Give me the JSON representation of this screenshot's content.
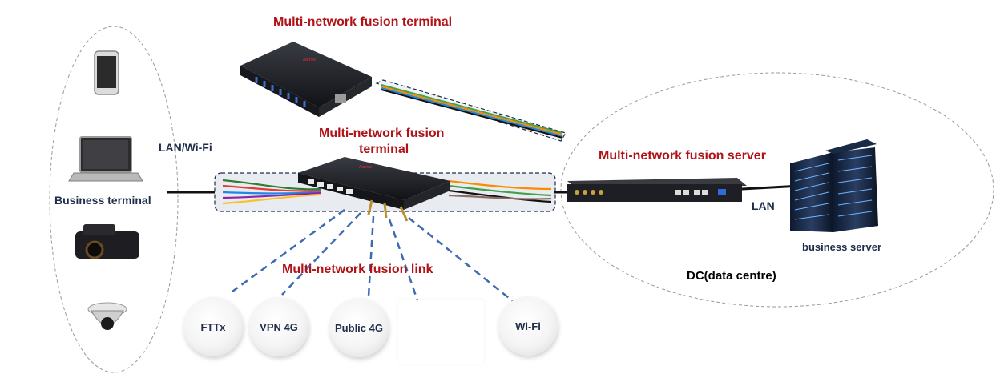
{
  "labels": {
    "top_terminal": "Multi-network fusion terminal",
    "mid_terminal_line1": "Multi-network fusion",
    "mid_terminal_line2": "terminal",
    "lan_wifi": "LAN/Wi-Fi",
    "business_terminal": "Business terminal",
    "fusion_server": "Multi-network fusion server",
    "lan": "LAN",
    "business_server": "business server",
    "dc": "DC(data centre)",
    "fusion_link": "Multi-network fusion  link"
  },
  "networks": [
    "FTTx",
    "VPN 4G",
    "Public 4G",
    "Wi-Fi"
  ],
  "colors": {
    "title_red": "#b01217",
    "label_navy": "#1f2d4a",
    "dash_blue": "#3d6ab1",
    "device_dark": "#1c1d22"
  },
  "icons": [
    "smartphone-icon",
    "laptop-icon",
    "dashcam-icon",
    "dome-camera-icon",
    "router-icon",
    "server-appliance-icon",
    "server-rack-icon"
  ]
}
